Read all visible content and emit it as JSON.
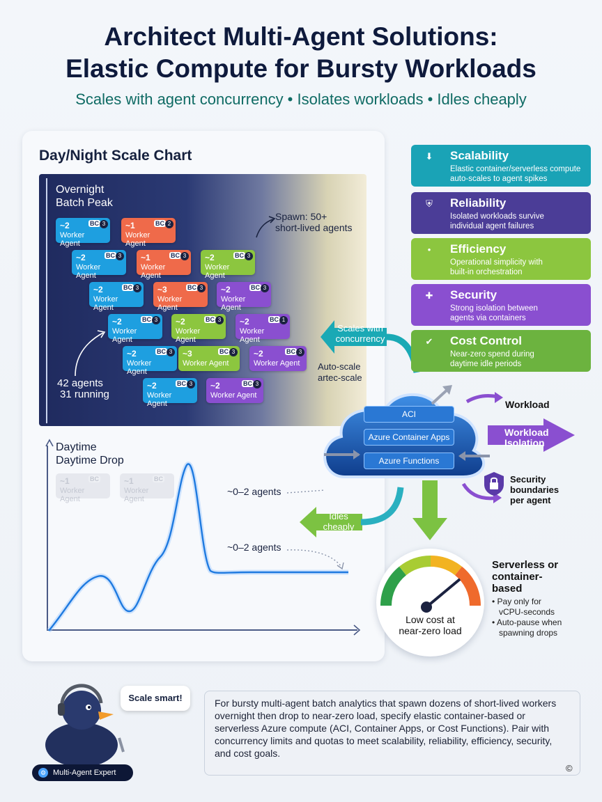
{
  "header": {
    "title_line1": "Architect Multi-Agent Solutions:",
    "title_line2": "Elastic Compute for Bursty Workloads",
    "subtitle": "Scales with agent concurrency • Isolates workloads • Idles cheaply"
  },
  "chart": {
    "title": "Day/Night Scale Chart",
    "night_label_1": "Overnight",
    "night_label_2": "Batch Peak",
    "spawn_note_1": "Spawn: 50+",
    "spawn_note_2": "short-lived agents",
    "agents_count": "42 agents",
    "agents_running": "31 running",
    "day_label_1": "Daytime",
    "day_label_2": "Daytime Drop",
    "low_note_1": "~0–2 agents",
    "low_note_2": "~0–2 agents",
    "chips": [
      {
        "count": "~2",
        "name": "Worker Agent",
        "badge": "BC",
        "dot": "3",
        "color": "blue"
      },
      {
        "count": "~1",
        "name": "Worker Agent",
        "badge": "BC",
        "dot": "2",
        "color": "orange"
      },
      {
        "count": "~2",
        "name": "Worker Agent",
        "badge": "BC",
        "dot": "3",
        "color": "blue"
      },
      {
        "count": "~1",
        "name": "Worker Agent",
        "badge": "BC",
        "dot": "3",
        "color": "orange"
      },
      {
        "count": "~2",
        "name": "Worker Agent",
        "badge": "BC",
        "dot": "3",
        "color": "green"
      },
      {
        "count": "~2",
        "name": "Worker Agent",
        "badge": "BC",
        "dot": "3",
        "color": "blue"
      },
      {
        "count": "~3",
        "name": "Worker Agent",
        "badge": "BC",
        "dot": "3",
        "color": "orange"
      },
      {
        "count": "~2",
        "name": "Worker Agent",
        "badge": "BC",
        "dot": "3",
        "color": "purple"
      },
      {
        "count": "~2",
        "name": "Worker Agent",
        "badge": "BC",
        "dot": "3",
        "color": "blue"
      },
      {
        "count": "~2",
        "name": "Worker Agent",
        "badge": "BC",
        "dot": "3",
        "color": "green"
      },
      {
        "count": "~2",
        "name": "Worker Agent",
        "badge": "BC",
        "dot": "1",
        "color": "purple"
      },
      {
        "count": "~2",
        "name": "Worker Agent",
        "badge": "BC",
        "dot": "3",
        "color": "blue"
      },
      {
        "count": "~3",
        "name": "Worker Agent",
        "badge": "BC",
        "dot": "3",
        "color": "green"
      },
      {
        "count": "~2",
        "name": "Worker Agent",
        "badge": "BC",
        "dot": "3",
        "color": "purple"
      },
      {
        "count": "~2",
        "name": "Worker Agent",
        "badge": "BC",
        "dot": "3",
        "color": "blue"
      },
      {
        "count": "~2",
        "name": "Worker Agent",
        "badge": "BC",
        "dot": "3",
        "color": "purple"
      },
      {
        "count": "~1",
        "name": "Worker Agent",
        "badge": "BC",
        "dot": "",
        "color": "ghost"
      },
      {
        "count": "~1",
        "name": "Worker Agent",
        "badge": "BC",
        "dot": "",
        "color": "ghost"
      }
    ]
  },
  "arrows": {
    "scales_1": "Scales with",
    "scales_2": "concurrency",
    "autoscale_1": "Auto-scale",
    "autoscale_2": "artec-scale",
    "idles_1": "Idles",
    "idles_2": "cheaply"
  },
  "cloud": {
    "services": [
      "ACI",
      "Azure Container Apps",
      "Azure Functions"
    ]
  },
  "isolation": {
    "workload": "Workload",
    "workload_isolation_1": "Workload",
    "workload_isolation_2": "Isolation",
    "security_1": "Security",
    "security_2": "boundaries",
    "security_3": "per agent"
  },
  "features": [
    {
      "title": "Scalability",
      "desc_1": "Elastic container/serverless compute",
      "desc_2": "auto-scales to agent spikes",
      "color": "#1aa3b6",
      "icon": "scale-icon"
    },
    {
      "title": "Reliability",
      "desc_1": "Isolated workloads survive",
      "desc_2": "individual agent failures",
      "color": "#4b3d97",
      "icon": "shield-icon"
    },
    {
      "title": "Efficiency",
      "desc_1": "Operational simplicity with",
      "desc_2": "built-in orchestration",
      "color": "#8cc63f",
      "icon": "bullet-icon"
    },
    {
      "title": "Security",
      "desc_1": "Strong isolation between",
      "desc_2": "agents via containers",
      "color": "#8a4fd0",
      "icon": "shield-plus-icon"
    },
    {
      "title": "Cost Control",
      "desc_1": "Near-zero spend during",
      "desc_2": "daytime idle periods",
      "color": "#6cb33f",
      "icon": "shield-check-icon"
    }
  ],
  "cost": {
    "gauge_caption_1": "Low cost at",
    "gauge_caption_2": "near-zero load",
    "head_1": "Serverless or",
    "head_2": "container-",
    "head_3": "based",
    "bullet_1a": "• Pay only for",
    "bullet_1b": "vCPU-seconds",
    "bullet_2a": "• Auto-pause when",
    "bullet_2b": "spawning drops"
  },
  "footer": {
    "speech": "Scale smart!",
    "badge": "Multi-Agent Expert",
    "summary": "For bursty multi-agent batch analytics that spawn dozens of short-lived workers overnight then drop to near-zero load, specify elastic container-based or serverless Azure compute (ACI, Container Apps, or Cost Functions). Pair with concurrency limits and quotas to meet scalability, reliability, efficiency, security, and cost goals.",
    "copyright": "©"
  },
  "colors": {
    "blue": "#1e9fe0",
    "orange": "#ef6a4a",
    "green": "#8cc63f",
    "purple": "#8a4fd0",
    "navy": "#1f2a5e"
  }
}
